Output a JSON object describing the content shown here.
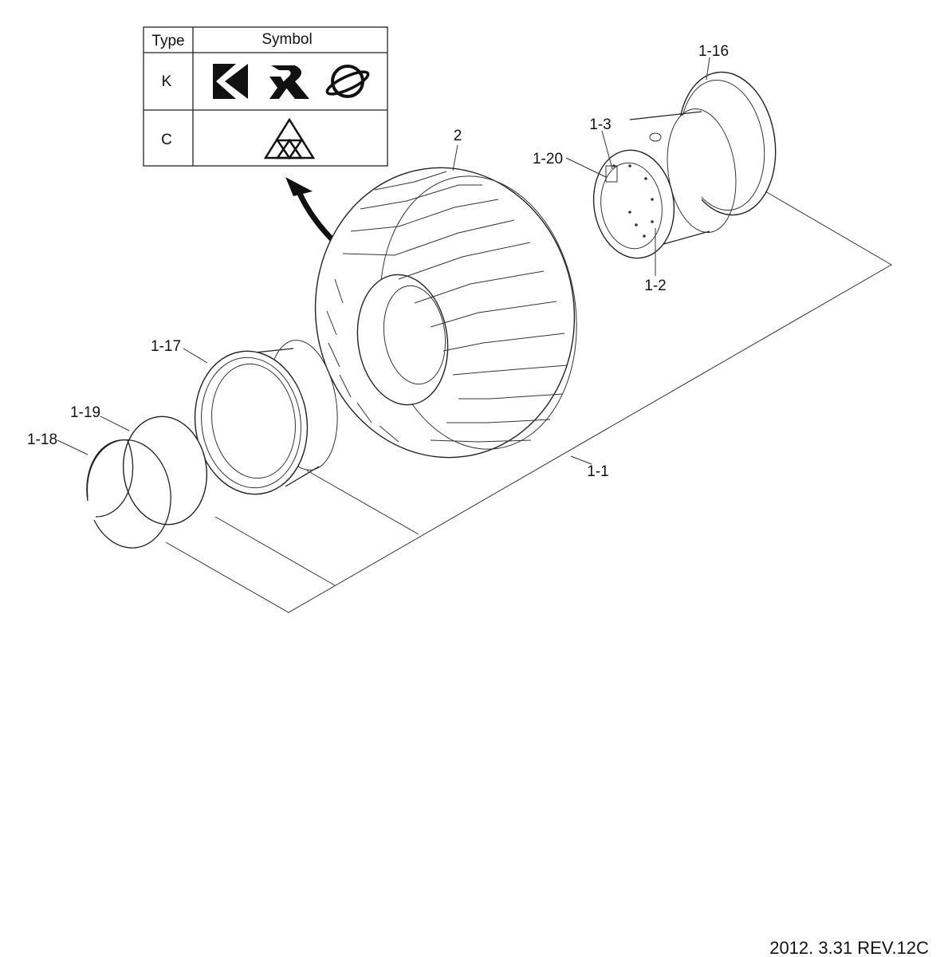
{
  "symbol_table": {
    "header_type": "Type",
    "header_symbol": "Symbol",
    "rows": [
      {
        "type": "K",
        "symbols": [
          "k-logo-icon",
          "r-logo-icon",
          "orbit-logo-icon"
        ]
      },
      {
        "type": "C",
        "symbols": [
          "triangle-logo-icon"
        ]
      }
    ]
  },
  "labels": {
    "tire": "2",
    "rim": "1-1",
    "rim_2": "1-2",
    "rim_3": "1-3",
    "flange_16": "1-16",
    "flange_17": "1-17",
    "ring_18": "1-18",
    "ring_19": "1-19",
    "valve_20": "1-20"
  },
  "footer": {
    "revision": "2012. 3.31 REV.12C"
  }
}
